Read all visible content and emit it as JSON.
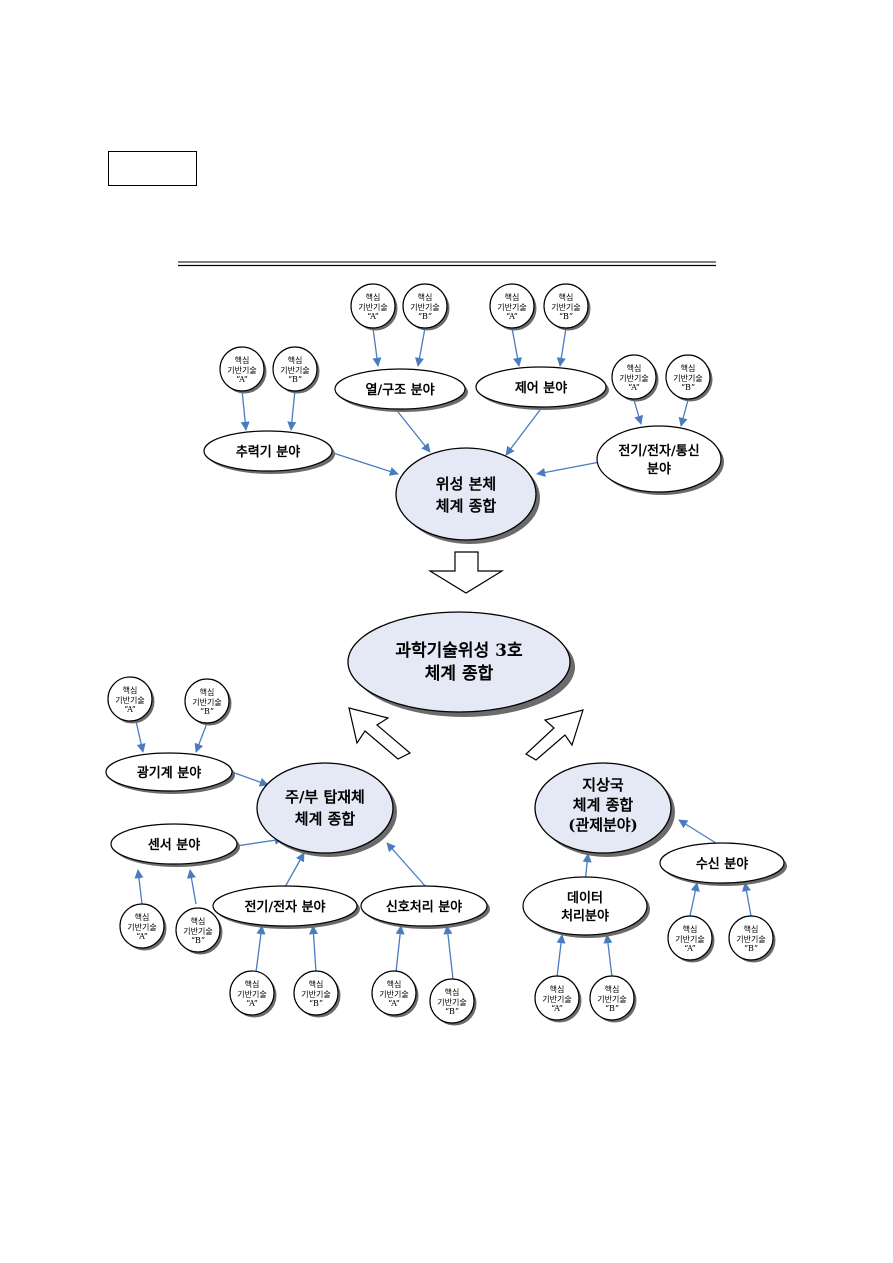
{
  "diagram": {
    "core_tech": {
      "line1": "핵심",
      "line2": "기반기술",
      "a": "“A”",
      "b": "“B”"
    },
    "main": {
      "line1": "과학기술위성 3호",
      "line2": "체계 종합"
    },
    "bus_hub": {
      "line1": "위성 본체",
      "line2": "체계 종합"
    },
    "payload_hub": {
      "line1": "주/부 탑재체",
      "line2": "체계 종합"
    },
    "ground_hub": {
      "line1": "지상국",
      "line2": "체계 종합",
      "line3": "(관제분야)"
    },
    "fields": {
      "thermal": "열/구조 분야",
      "control": "제어 분야",
      "propulsion": "추력기 분야",
      "power_comm_1": "전기/전자/통신",
      "power_comm_2": "분야",
      "optical": "광기계 분야",
      "sensor": "센서 분야",
      "electronics": "전기/전자 분야",
      "signal": "신호처리 분야",
      "data_1": "데이터",
      "data_2": "처리분야",
      "receive": "수신 분야"
    },
    "colors": {
      "hub_fill": "#e4e9f5",
      "arrow": "#4a7cc0",
      "shadow": "#6b6b6b"
    }
  }
}
